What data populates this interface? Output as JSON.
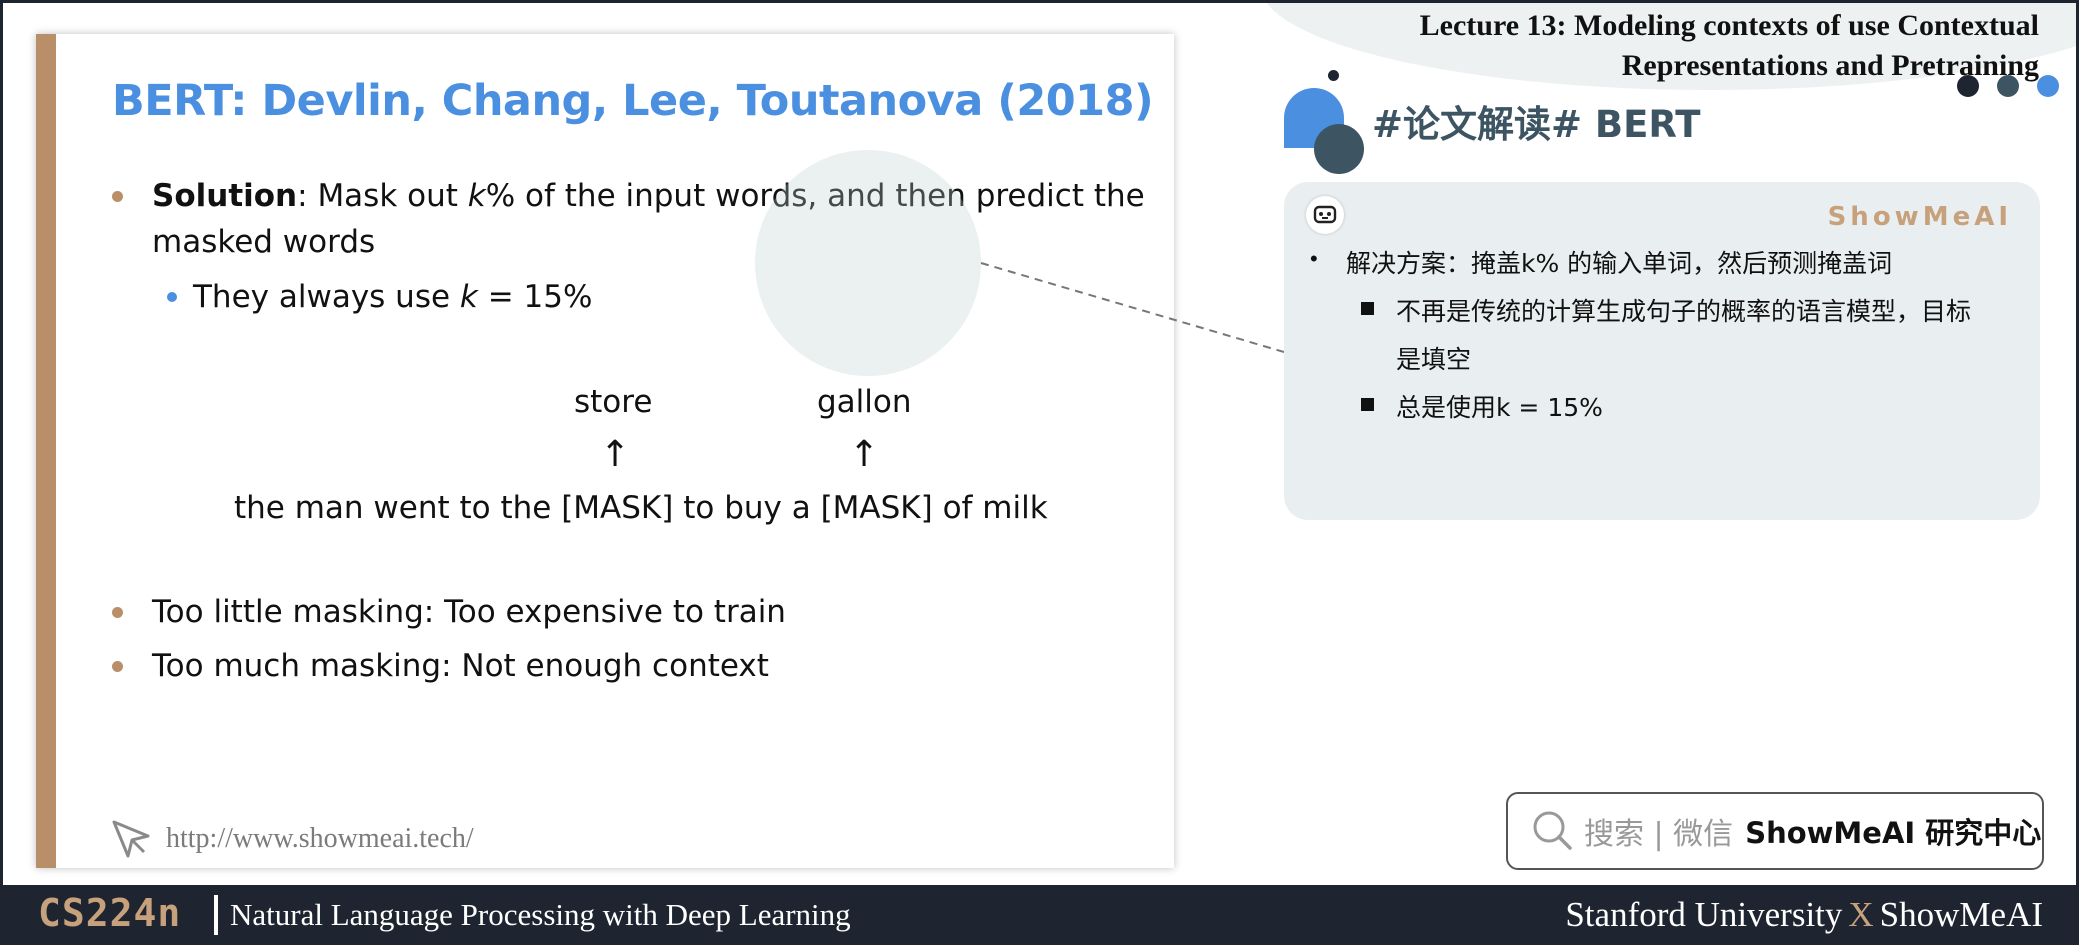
{
  "header": {
    "lecture_title_line1": "Lecture 13:  Modeling contexts of use Contextual",
    "lecture_title_line2": "Representations and Pretraining",
    "section_title": "#论文解读# BERT",
    "dot_colors": [
      "#1e2530",
      "#3d5563",
      "#4a8fe0"
    ]
  },
  "slide": {
    "title": "BERT: Devlin, Chang, Lee, Toutanova (2018)",
    "bullet1_bold": "Solution",
    "bullet1_text_a": ": Mask out ",
    "bullet1_k": "k",
    "bullet1_text_b": "% of the input words, and then predict the",
    "bullet1_line2": "masked words",
    "sub_bullet_a": "They always use ",
    "sub_bullet_k": "k",
    "sub_bullet_b": " = 15%",
    "word_store": "store",
    "word_gallon": "gallon",
    "arrow": "↑",
    "sentence": "the man went to the [MASK] to buy a [MASK] of milk",
    "bullet2": "Too little masking: Too expensive to train",
    "bullet3": "Too much masking: Not enough context",
    "url": "http://www.showmeai.tech/"
  },
  "note": {
    "brand": "ShowMeAI",
    "line1_bullet": "•",
    "line1": "解决方案：掩盖k% 的输入单词，然后预测掩盖词",
    "line2a": "不再是传统的计算生成句子的概率的语言模型，目标",
    "line2b": "是填空",
    "line3": "总是使用k = 15%"
  },
  "search": {
    "placeholder": "搜索 | 微信",
    "brand": "ShowMeAI 研究中心"
  },
  "footer": {
    "course": "CS224n",
    "subtitle": "Natural Language Processing with Deep Learning",
    "right_a": "Stanford University",
    "right_x": "X",
    "right_b": "ShowMeAI"
  },
  "colors": {
    "accent_brown": "#b98f6a",
    "title_blue": "#4a8fe0",
    "footer_bg": "#1e2530",
    "note_bg": "#e9eff0"
  }
}
